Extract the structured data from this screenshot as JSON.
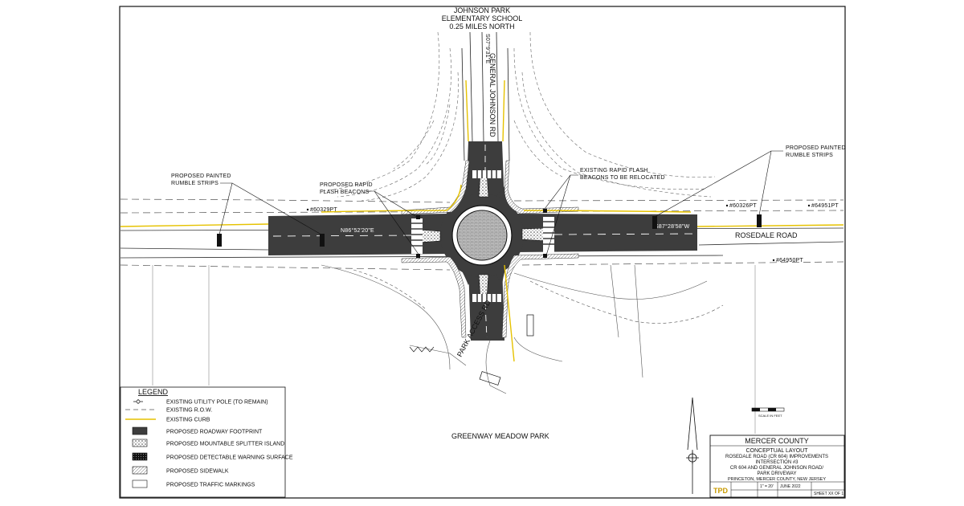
{
  "header": {
    "school_lines": [
      "JOHNSON PARK",
      "ELEMENTARY SCHOOL",
      "0.25 MILES NORTH"
    ]
  },
  "roads": {
    "north": "GENERAL JOHNSON RD",
    "east": "ROSEDALE ROAD",
    "south": "PARK ACCESS RD"
  },
  "bearings": {
    "north": "S07°9'31\"E",
    "west": "N86°52'20\"E",
    "east": "S87°28'58\"W"
  },
  "points": {
    "p1": "#60326PT",
    "p2": "#64951PT",
    "p3": "#64950PT",
    "p4": "#60329PT"
  },
  "callouts": {
    "rumble_left": [
      "PROPOSED PAINTED",
      "RUMBLE STRIPS"
    ],
    "rumble_right": [
      "PROPOSED PAINTED",
      "RUMBLE STRIPS"
    ],
    "rrfb_proposed": [
      "PROPOSED RAPID",
      "FLASH BEACONS"
    ],
    "rrfb_existing": [
      "EXISTING RAPID FLASH",
      "BEACONS TO BE RELOCATED"
    ]
  },
  "park_label": "GREENWAY MEADOW PARK",
  "legend": {
    "title": "LEGEND",
    "items": [
      {
        "symbol": "pole",
        "label": "EXISTING UTILITY POLE (TO REMAIN)"
      },
      {
        "symbol": "row",
        "label": "EXISTING R.O.W."
      },
      {
        "symbol": "curb",
        "label": "EXISTING CURB"
      },
      {
        "symbol": "roadway",
        "label": "PROPOSED ROADWAY FOOTPRINT"
      },
      {
        "symbol": "splitter",
        "label": "PROPOSED MOUNTABLE SPLITTER ISLAND"
      },
      {
        "symbol": "warning",
        "label": "PROPOSED DETECTABLE WARNING SURFACE"
      },
      {
        "symbol": "sidewalk",
        "label": "PROPOSED SIDEWALK"
      },
      {
        "symbol": "markings",
        "label": "PROPOSED TRAFFIC MARKINGS"
      }
    ]
  },
  "title_block": {
    "county": "MERCER COUNTY",
    "sub1": "CONCEPTUAL LAYOUT",
    "sub2": "ROSEDALE ROAD (CR 604) IMPROVEMENTS",
    "sub3": "INTERSECTION #3",
    "sub4": "CR 604 AND GENERAL JOHNSON ROAD/",
    "sub5": "PARK DRIVEWAY",
    "location": "PRINCETON,      MERCER COUNTY,      NEW JERSEY",
    "scale": "1\" = 20'",
    "date": "JUNE 2022",
    "sheet": "SHEET  XX OF  1",
    "logo": "TPD"
  },
  "scale_bar_label": "SCALE IN FEET",
  "colors": {
    "roadway": "#3d3d3d",
    "curb": "#e6c200",
    "line": "#222222",
    "paper": "#ffffff"
  }
}
